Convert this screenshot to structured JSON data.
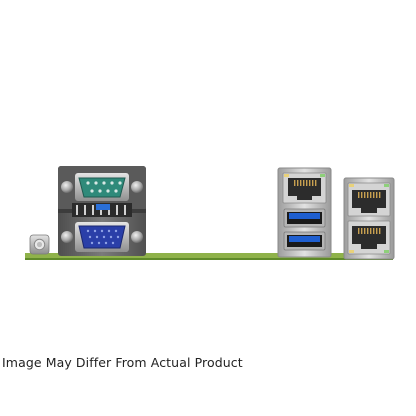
{
  "caption": "Image May Differ From Actual Product",
  "colors": {
    "background": "#ffffff",
    "pcb": "#8fb24a",
    "pcb_dark": "#5f8a2a",
    "bracket": "#6a6a6a",
    "serial_port": "#2f8a7a",
    "vga_port": "#2a3fa8",
    "usb3_port": "#1f5fd0",
    "metal": "#c9c9c9",
    "metal_dark": "#8c8c8c"
  },
  "components": {
    "reset_button": "reset-button",
    "serial_port": "db9-serial-port",
    "vga_port": "vga-port",
    "rj45_usb_stack": "rj45-usb3-stack",
    "dual_rj45_stack": "dual-rj45-stack"
  }
}
